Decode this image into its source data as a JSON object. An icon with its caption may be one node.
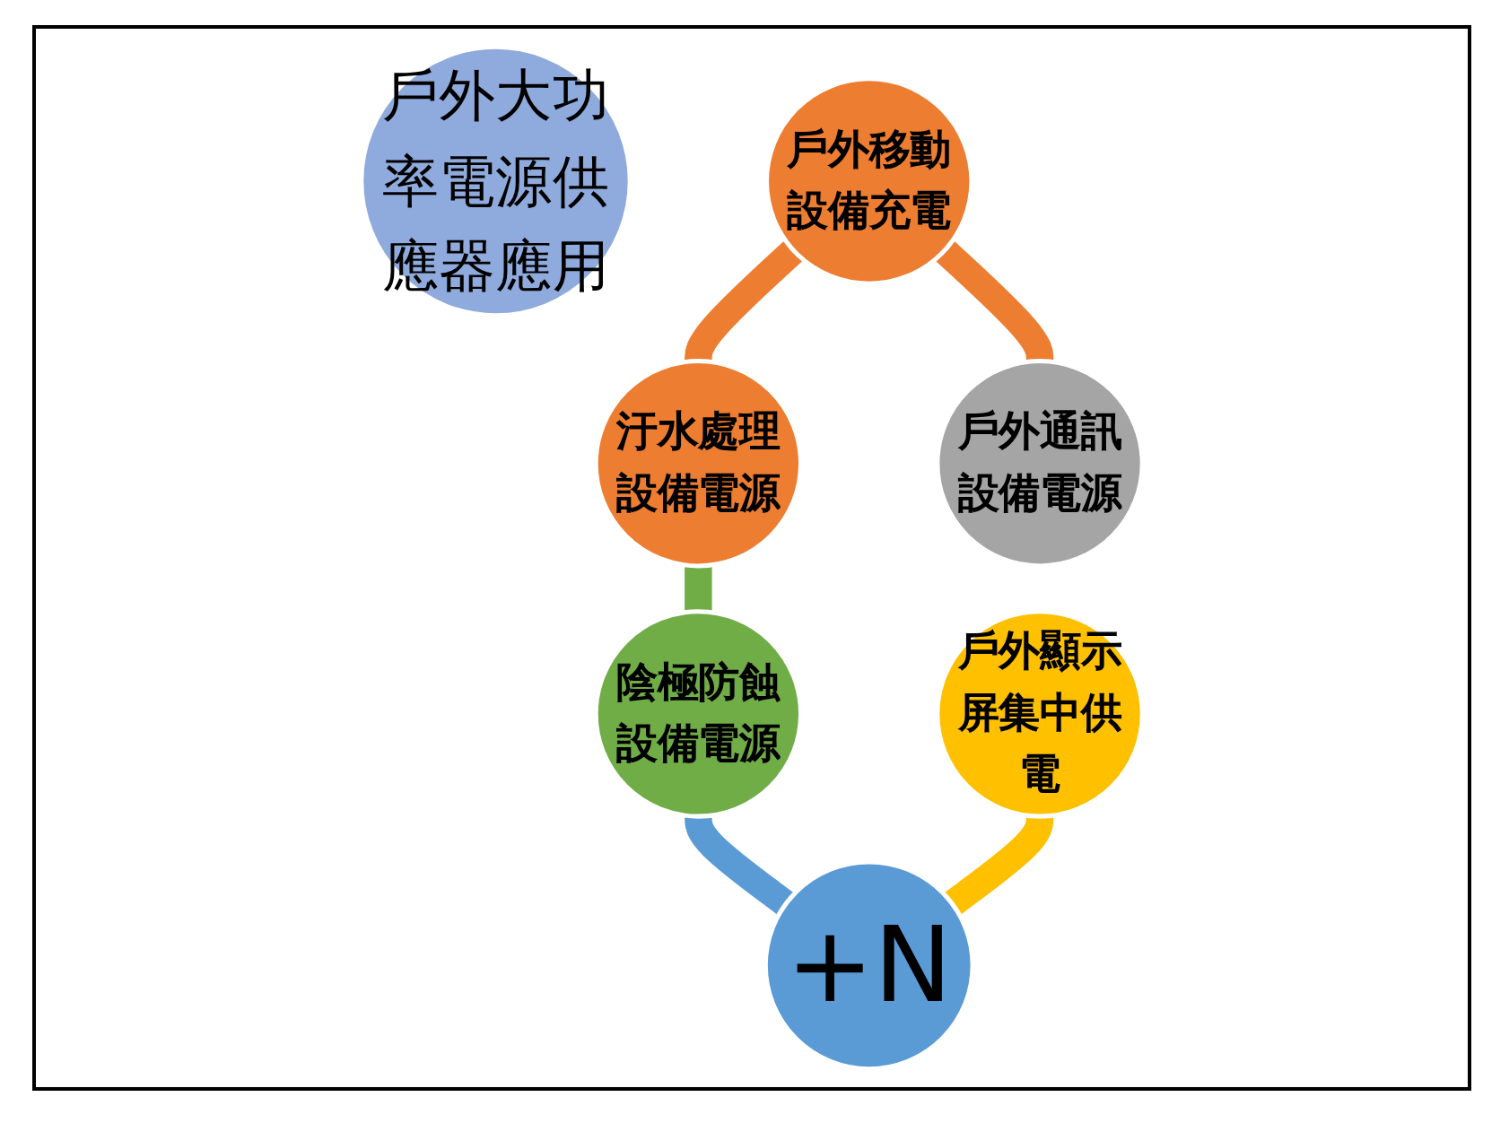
{
  "diagram": {
    "nodes": [
      {
        "text": [
          "戶外大功率電源供應器應用"
        ]
      },
      {
        "text": [
          "戶外移動設備充電"
        ]
      },
      {
        "text": [
          "戶外通訊設備電源"
        ]
      },
      {
        "text": [
          "戶外顯示屏集中供電"
        ]
      },
      {
        "text": [
          "+N"
        ]
      },
      {
        "text": [
          "陰極防蝕設備電源"
        ]
      },
      {
        "text": [
          "汙水處理設備電源"
        ]
      }
    ],
    "edges": [
      {
        "from": 1,
        "to": 6,
        "arrow": "none",
        "color": "#ed7d31"
      },
      {
        "from": 1,
        "to": 2,
        "arrow": "none",
        "color": "#ed7d31"
      },
      {
        "from": 6,
        "to": 5,
        "arrow": "none",
        "color": "#70ad47"
      },
      {
        "from": 5,
        "to": 4,
        "arrow": "none",
        "color": "#5b9bd5"
      },
      {
        "from": 3,
        "to": 4,
        "arrow": "none",
        "color": "#ffc000"
      }
    ]
  }
}
